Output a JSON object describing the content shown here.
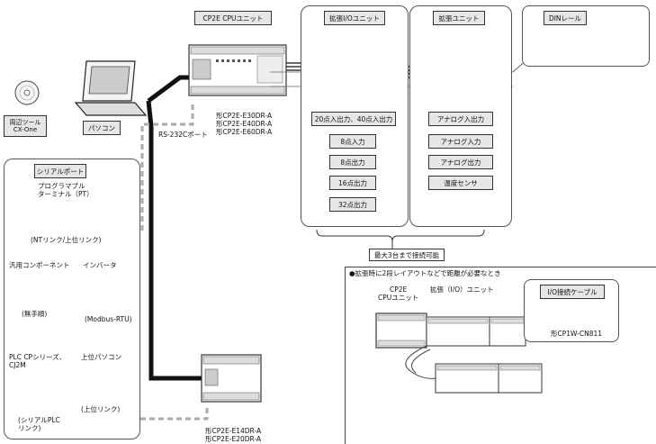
{
  "units": {
    "cpu_title": "CP2E CPUユニット",
    "expio_title": "拡張I/Oユニット",
    "exp_title": "拡張ユニット",
    "din_title": "DINレール"
  },
  "cpu_models": [
    "形CP2E-E30DR-A",
    "形CP2E-E40DR-A",
    "形CP2E-E60DR-A"
  ],
  "small_cpu_models": [
    "形CP2E-E14DR-A",
    "形CP2E-E20DR-A"
  ],
  "rs232c": "RS-232Cポート",
  "pc": {
    "tool_label": "周辺ツール\nCX-One",
    "pc_label": "パソコン"
  },
  "expio_items": [
    "20点入出力、40点入出力",
    "8点入力",
    "8点出力",
    "16点出力",
    "32点出力"
  ],
  "exp_items": [
    "アナログ入出力",
    "アナログ入力",
    "アナログ出力",
    "温度センサ"
  ],
  "max_connect": "最大3台まで接続可能",
  "serial": {
    "title": "シリアルポート",
    "pt": "プログラマブル\nターミナル（PT）",
    "nt": "(NTリンク/上位リンク)",
    "general": "汎用コンポーネント",
    "inverter": "インバータ",
    "noproto": "(無手順)",
    "modbus": "(Modbus-RTU)",
    "plc": "PLC CPシリーズ、\nCJ2M",
    "host": "上位パソコン",
    "plclink": "(シリアルPLC\nリンク)",
    "hostlink": "(上位リンク)"
  },
  "layout2": {
    "note": "●拡張時に2段レイアウトなどで距離が必要なとき",
    "cpu": "CP2E\nCPUユニット",
    "exp": "拡張（I/O）ユニット",
    "cable_title": "I/O接続ケーブル",
    "cable_model": "形CP1W-CN811"
  }
}
